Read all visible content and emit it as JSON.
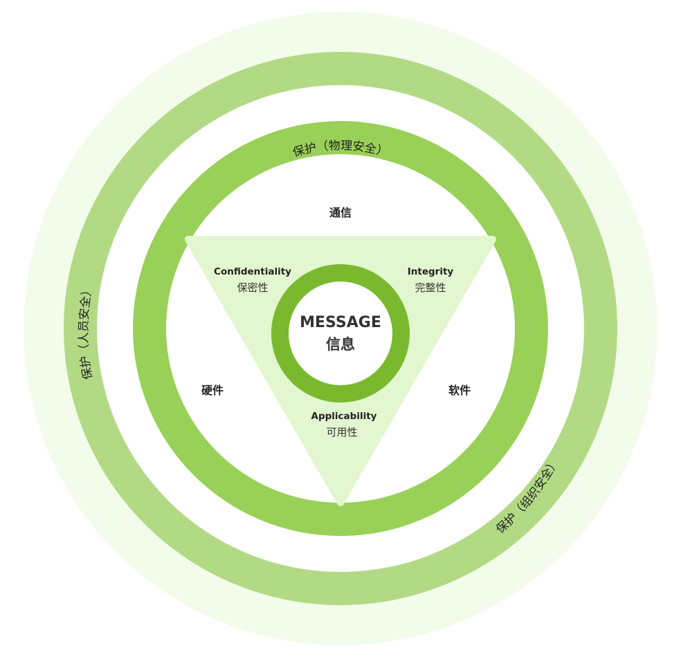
{
  "rings": {
    "physical": "保护（物理安全）",
    "personnel": "保护（人员安全）",
    "organization": "保护（组织安全）"
  },
  "sectors": {
    "top": "通信",
    "left": "硬件",
    "right": "软件"
  },
  "properties": {
    "confidentiality": {
      "en": "Confidentiality",
      "cn": "保密性"
    },
    "integrity": {
      "en": "Integrity",
      "cn": "完整性"
    },
    "applicability": {
      "en": "Applicability",
      "cn": "可用性"
    }
  },
  "center": {
    "en": "MESSAGE",
    "cn": "信息"
  },
  "colors": {
    "outer_halo": "#f3fcea",
    "outer_ring": "#b2da85",
    "middle_ring": "#99d057",
    "triangle": "#e2f7cf",
    "core_ring": "#7ab92d"
  }
}
